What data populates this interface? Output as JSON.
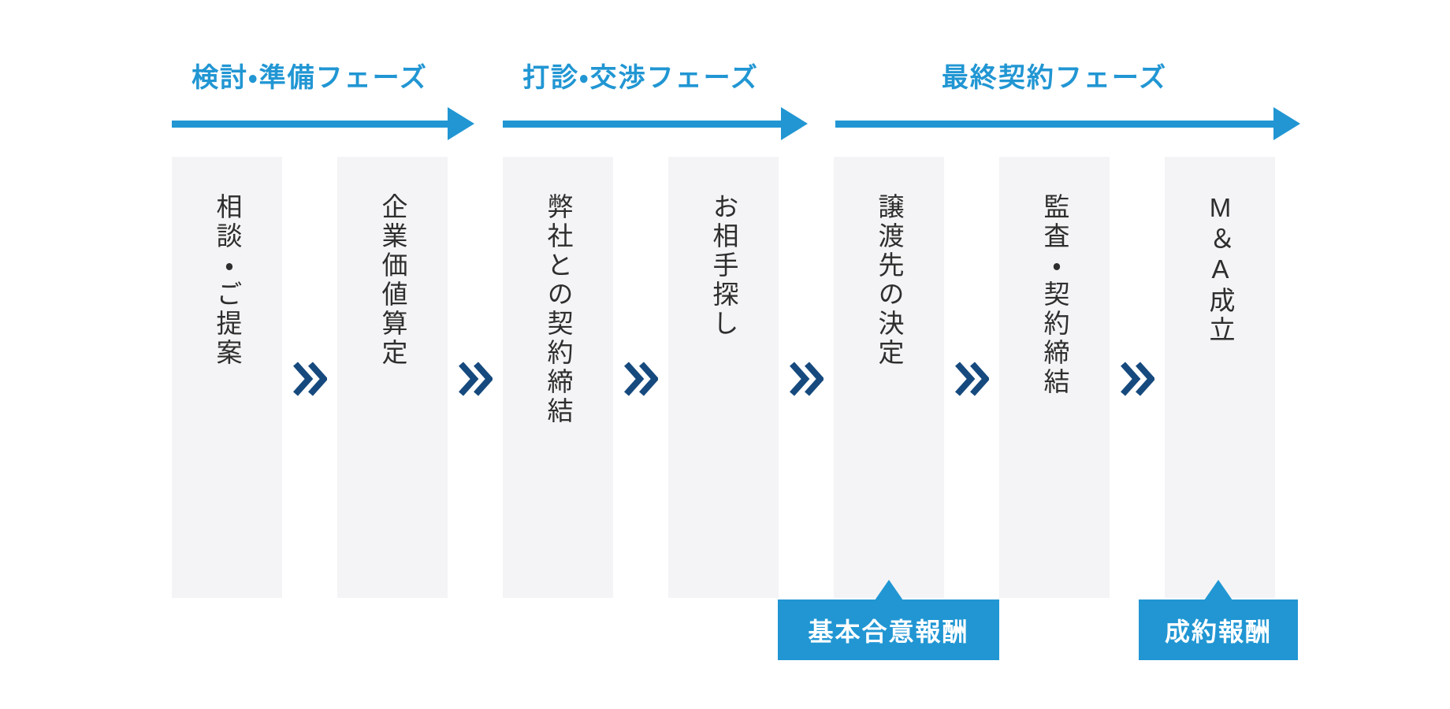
{
  "phases": [
    {
      "label": "検討・準備フェーズ"
    },
    {
      "label": "打診・交渉フェーズ"
    },
    {
      "label": "最終契約フェーズ"
    }
  ],
  "steps": [
    {
      "label": "相談・ご提案"
    },
    {
      "label": "企業価値算定"
    },
    {
      "label": "弊社との契約締結"
    },
    {
      "label": "お相手探し"
    },
    {
      "label": "譲渡先の決定"
    },
    {
      "label": "監査・契約締結"
    },
    {
      "label": "M＆A成立"
    }
  ],
  "fees": [
    {
      "label": "基本合意報酬"
    },
    {
      "label": "成約報酬"
    }
  ],
  "icons": {
    "phase_arrow": "right-arrow",
    "step_separator": "double-chevron-right",
    "fee_pointer": "triangle-up"
  },
  "colors": {
    "accent_blue": "#2196d3",
    "chevron_navy": "#164a7e",
    "step_background": "#f4f4f6",
    "step_text": "#2e2e2e",
    "fee_text": "#ffffff"
  }
}
